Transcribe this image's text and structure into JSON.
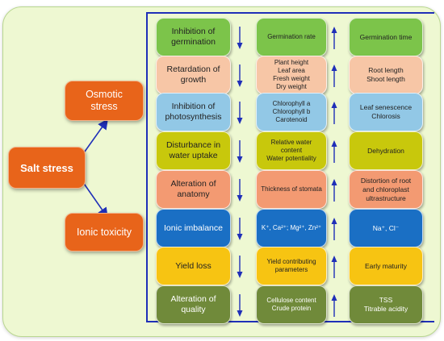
{
  "colors": {
    "green": "#7cc44a",
    "peach": "#f7c6a6",
    "blue": "#92c8e6",
    "yellow": "#c8c80c",
    "orange": "#f39a72",
    "darkblue": "#1a6fc4",
    "gold": "#f7c412",
    "olive": "#708a3a",
    "orange_main": "#e8641a",
    "arrow": "#1f2fb8",
    "panel": "#eef8d2"
  },
  "root": "Salt stress",
  "branches": [
    "Osmotic\nstress",
    "Ionic toxicity"
  ],
  "rows": [
    {
      "category": "Inhibition of\ngermination",
      "decrease": "Germination rate",
      "increase": "Germination time",
      "color": "green"
    },
    {
      "category": "Retardation of\ngrowth",
      "decrease": "Plant height\nLeaf area\nFresh weight\nDry weight",
      "increase": "Root length\nShoot length",
      "color": "peach"
    },
    {
      "category": "Inhibition of\nphotosynthesis",
      "decrease": "Chlorophyll a\nChlorophyll b\nCarotenoid",
      "increase": "Leaf senescence\nChlorosis",
      "color": "blue"
    },
    {
      "category": "Disturbance in\nwater uptake",
      "decrease": "Relative water\ncontent\nWater potentiality",
      "increase": "Dehydration",
      "color": "yellow"
    },
    {
      "category": "Alteration of\nanatomy",
      "decrease": "Thickness of stomata",
      "increase": "Distortion of root\nand chloroplast\nultrastructure",
      "color": "orange"
    },
    {
      "category": "Ionic imbalance",
      "decrease": "K⁺, Ca²⁺; Mg²⁺, Zn²⁺",
      "increase": "Na⁺, Cl⁻",
      "color": "darkblue"
    },
    {
      "category": "Yield loss",
      "decrease": "Yield contributing\nparameters",
      "increase": "Early maturity",
      "color": "gold"
    },
    {
      "category": "Alteration of\nquality",
      "decrease": "Cellulose content\nCrude protein",
      "increase": "TSS\nTitrable acidity",
      "color": "olive"
    }
  ]
}
